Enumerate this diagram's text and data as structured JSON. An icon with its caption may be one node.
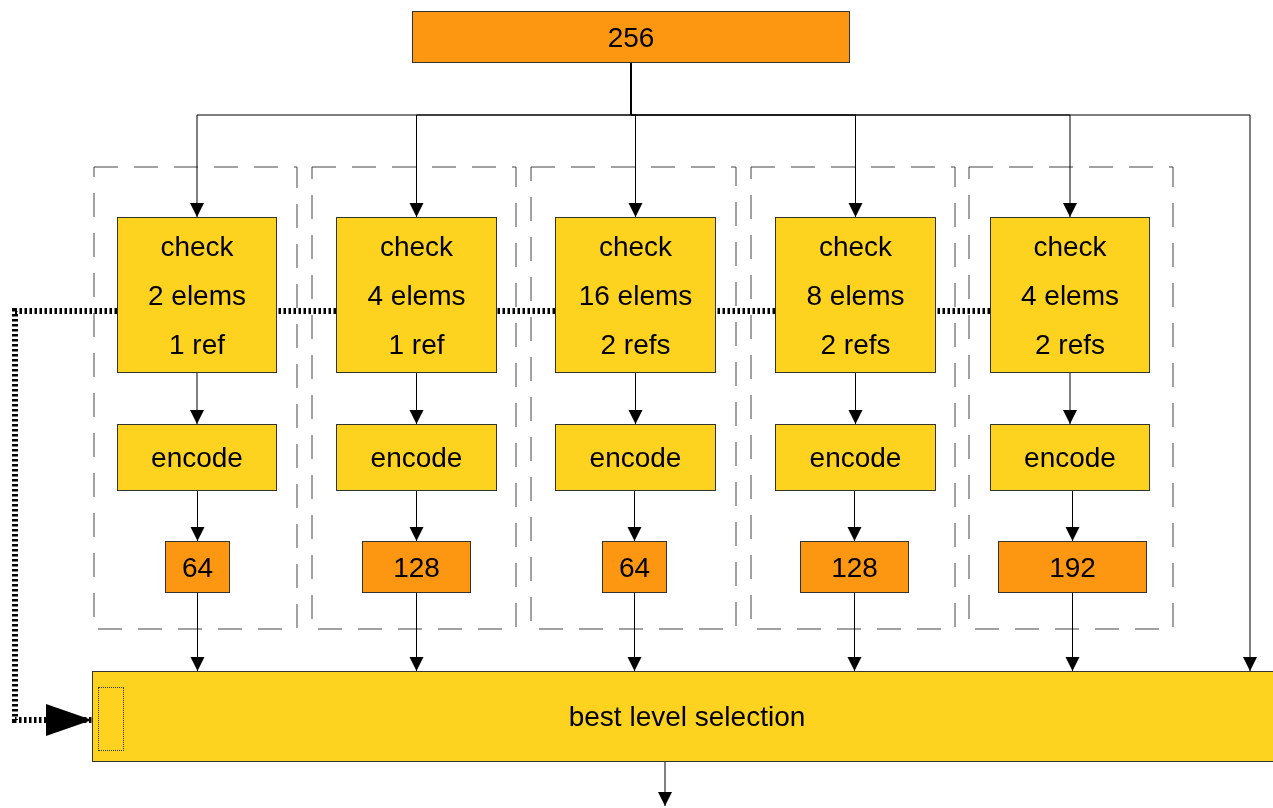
{
  "diagram": {
    "nodes": [
      {
        "text": [
          "256"
        ]
      },
      {
        "text": [],
        "shape": "box"
      },
      {
        "text": [
          "check",
          "2 elems",
          "1 ref"
        ],
        "in": 1
      },
      {
        "text": [
          "encode"
        ],
        "in": 1
      },
      {
        "text": [
          "64"
        ],
        "in": 1
      },
      {
        "text": [],
        "shape": "box"
      },
      {
        "text": [
          "check",
          "4 elems",
          "1 ref"
        ],
        "in": 5
      },
      {
        "text": [
          "encode"
        ],
        "in": 5
      },
      {
        "text": [
          "128"
        ],
        "in": 5
      },
      {
        "text": [],
        "shape": "box"
      },
      {
        "text": [
          "check",
          "16 elems",
          "2 refs"
        ],
        "in": 9
      },
      {
        "text": [
          "encode"
        ],
        "in": 9
      },
      {
        "text": [
          "64"
        ],
        "in": 9
      },
      {
        "text": [],
        "shape": "box"
      },
      {
        "text": [
          "check",
          "8 elems",
          "2 refs"
        ],
        "in": 13
      },
      {
        "text": [
          "encode"
        ],
        "in": 13
      },
      {
        "text": [
          "128"
        ],
        "in": 13
      },
      {
        "text": [],
        "shape": "box"
      },
      {
        "text": [
          "check",
          "4 elems",
          "2 refs"
        ],
        "in": 17
      },
      {
        "text": [
          "encode"
        ],
        "in": 17
      },
      {
        "text": [
          "192"
        ],
        "in": 17
      },
      {
        "text": [
          "best level selection"
        ]
      }
    ],
    "edges": [
      {
        "from": 0,
        "to": 2,
        "arrow": "to"
      },
      {
        "from": 0,
        "to": 6,
        "arrow": "to"
      },
      {
        "from": 0,
        "to": 10,
        "arrow": "to"
      },
      {
        "from": 0,
        "to": 14,
        "arrow": "to"
      },
      {
        "from": 0,
        "to": 18,
        "arrow": "to"
      },
      {
        "from": 0,
        "to": 21,
        "arrow": "to"
      },
      {
        "from": 2,
        "to": 3,
        "arrow": "to"
      },
      {
        "from": 3,
        "to": 4,
        "arrow": "to"
      },
      {
        "from": 4,
        "to": 21,
        "arrow": "to"
      },
      {
        "from": 6,
        "to": 7,
        "arrow": "to"
      },
      {
        "from": 7,
        "to": 8,
        "arrow": "to"
      },
      {
        "from": 8,
        "to": 21,
        "arrow": "to"
      },
      {
        "from": 10,
        "to": 11,
        "arrow": "to"
      },
      {
        "from": 11,
        "to": 12,
        "arrow": "to"
      },
      {
        "from": 12,
        "to": 21,
        "arrow": "to"
      },
      {
        "from": 14,
        "to": 15,
        "arrow": "to"
      },
      {
        "from": 15,
        "to": 16,
        "arrow": "to"
      },
      {
        "from": 16,
        "to": 21,
        "arrow": "to"
      },
      {
        "from": 18,
        "to": 19,
        "arrow": "to"
      },
      {
        "from": 19,
        "to": 20,
        "arrow": "to"
      },
      {
        "from": 20,
        "to": 21,
        "arrow": "to"
      },
      {
        "from": 18,
        "to": 14,
        "arrow": "none",
        "style": "dashed"
      },
      {
        "from": 14,
        "to": 10,
        "arrow": "none",
        "style": "dashed"
      },
      {
        "from": 10,
        "to": 6,
        "arrow": "none",
        "style": "dashed"
      },
      {
        "from": 6,
        "to": 2,
        "arrow": "none",
        "style": "dashed"
      },
      {
        "from": 2,
        "to": 21,
        "arrow": "to",
        "style": "dashed"
      },
      {
        "from": 21,
        "to": null,
        "arrow": "to"
      }
    ]
  }
}
